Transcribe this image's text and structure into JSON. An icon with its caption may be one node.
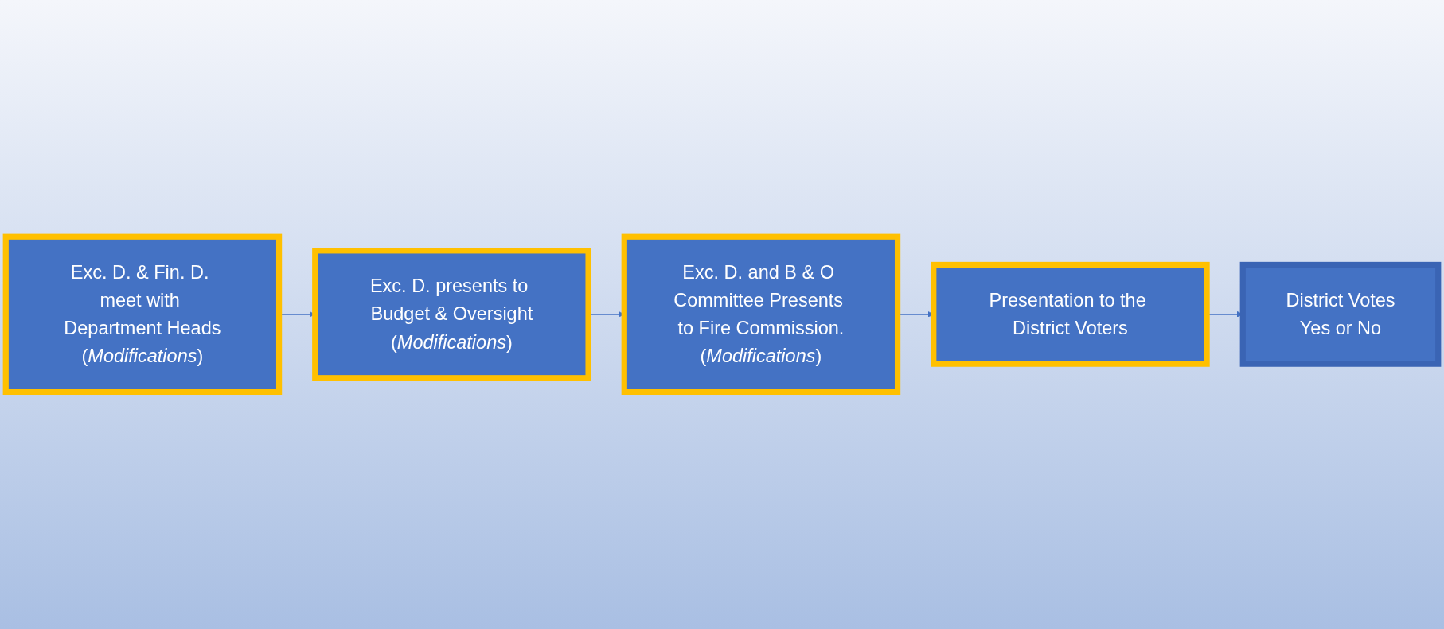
{
  "diagram": {
    "nodes": [
      {
        "text": [
          "Exc. D. & Fin. D. meet with Department Heads",
          "(*Modifications*)"
        ]
      },
      {
        "text": [
          "Exc. D. presents to Budget & Oversight",
          "(*Modifications*)"
        ]
      },
      {
        "text": [
          "Exc. D. and B & O Committee Presents to Fire Commission.",
          "(*Modifications*)"
        ]
      },
      {
        "text": [
          "Presentation to the District Voters"
        ]
      },
      {
        "text": [
          "District Votes",
          "Yes or No"
        ]
      }
    ],
    "edges": [
      {
        "from": 0,
        "to": 1,
        "arrow": "to"
      },
      {
        "from": 1,
        "to": 2,
        "arrow": "to"
      },
      {
        "from": 2,
        "to": 3,
        "arrow": "to"
      },
      {
        "from": 3,
        "to": 4,
        "arrow": "to"
      }
    ]
  }
}
